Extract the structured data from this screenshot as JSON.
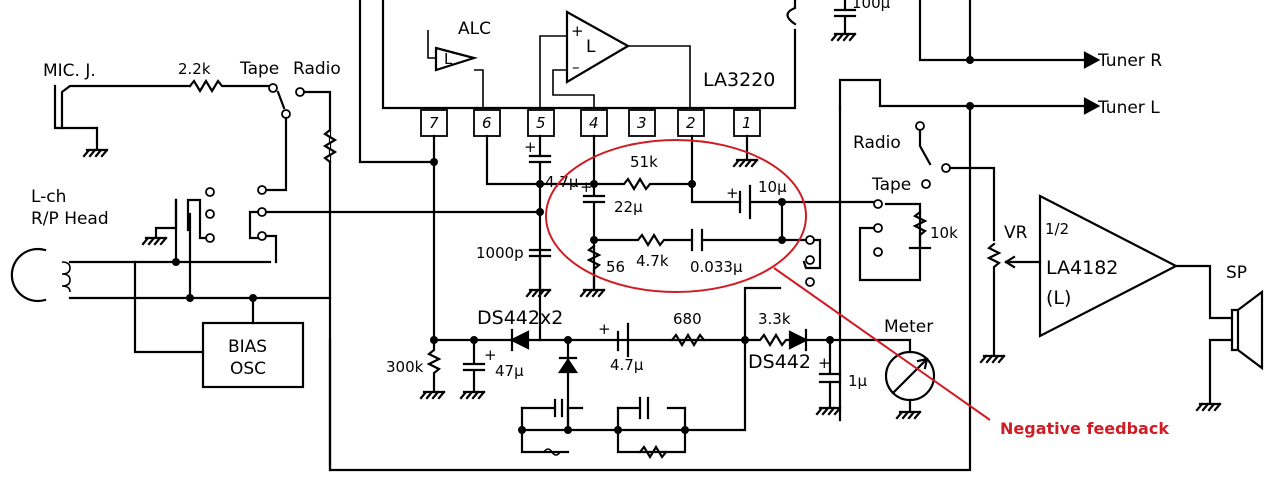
{
  "ic": {
    "name": "LA3220",
    "alc_label": "ALC",
    "amp_label": "L",
    "pins": [
      "7",
      "6",
      "5",
      "4",
      "3",
      "2",
      "1"
    ]
  },
  "amp": {
    "name": "LA4182",
    "channel": "(L)",
    "ratio": "1/2"
  },
  "labels": {
    "mic_jack": "MIC. J.",
    "tape": "Tape",
    "radio": "Radio",
    "head_line1": "L-ch",
    "head_line2": "R/P Head",
    "bias_line1": "BIAS",
    "bias_line2": "OSC",
    "tuner_r": "Tuner R",
    "tuner_l": "Tuner L",
    "radio2": "Radio",
    "tape2": "Tape",
    "vr": "VR",
    "sp": "SP",
    "meter": "Meter",
    "diodes": "DS442x2",
    "diode_single": "DS442"
  },
  "components": {
    "r_mic": "2.2k",
    "c_100": "100μ",
    "c_pin5": "4.7μ",
    "r_51k": "51k",
    "c_10u": "10μ",
    "c_22u": "22μ",
    "c_1000p": "1000p",
    "r_56": "56",
    "r_47k": "4.7k",
    "c_0033": "0.033μ",
    "r_10k": "10k",
    "r_300k": "300k",
    "c_47u": "47μ",
    "c_4u7_b": "4.7μ",
    "r_680": "680",
    "r_33k": "3.3k",
    "c_1u": "1μ"
  },
  "annotation": {
    "text": "Negative feedback",
    "color": "#d01c24"
  }
}
